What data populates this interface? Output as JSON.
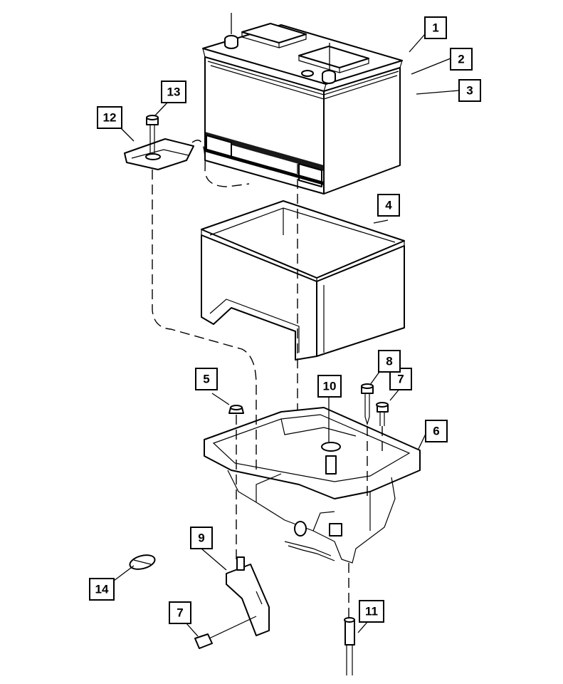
{
  "diagram": {
    "callouts": [
      {
        "id": "1",
        "label": "1"
      },
      {
        "id": "2",
        "label": "2"
      },
      {
        "id": "3",
        "label": "3"
      },
      {
        "id": "4",
        "label": "4"
      },
      {
        "id": "5",
        "label": "5"
      },
      {
        "id": "6",
        "label": "6"
      },
      {
        "id": "7a",
        "label": "7"
      },
      {
        "id": "7b",
        "label": "7"
      },
      {
        "id": "8",
        "label": "8"
      },
      {
        "id": "9",
        "label": "9"
      },
      {
        "id": "10",
        "label": "10"
      },
      {
        "id": "11",
        "label": "11"
      },
      {
        "id": "12",
        "label": "12"
      },
      {
        "id": "13",
        "label": "13"
      },
      {
        "id": "14",
        "label": "14"
      }
    ],
    "colors": {
      "line": "#000000",
      "background": "#ffffff"
    }
  }
}
